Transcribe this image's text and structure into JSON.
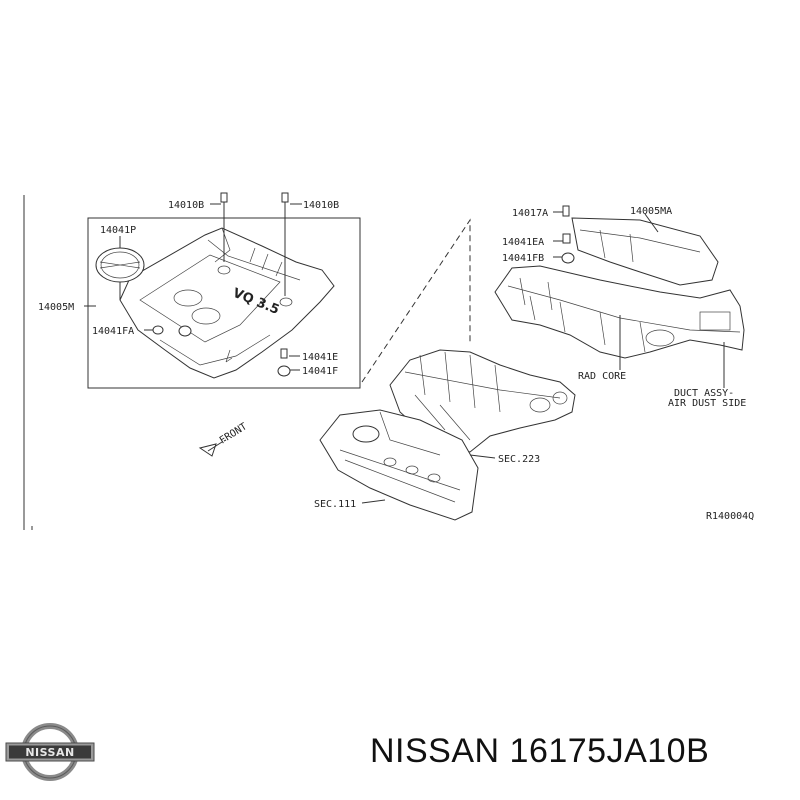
{
  "labels": {
    "c14010B_1": "14010B",
    "c14010B_2": "14010B",
    "c14041P": "14041P",
    "c14005M": "14005M",
    "c14041FA": "14041FA",
    "c14041E": "14041E",
    "c14041F": "14041F",
    "c14017A": "14017A",
    "c14005MA": "14005MA",
    "c14041EA": "14041EA",
    "c14041FB": "14041FB",
    "rad_core": "RAD CORE",
    "duct_1": "DUCT ASSY-",
    "duct_2": "AIR DUST SIDE",
    "sec223": "SEC.223",
    "sec111": "SEC.111",
    "front": "FRONT",
    "ref": "R140004Q"
  },
  "badge_text": "VQ 3.5",
  "logo_text": "NISSAN",
  "title": "NISSAN 16175JA10B",
  "colors": {
    "line": "#333333",
    "logo_silver": "#8a8a8a",
    "logo_dark": "#3a3a3a"
  }
}
